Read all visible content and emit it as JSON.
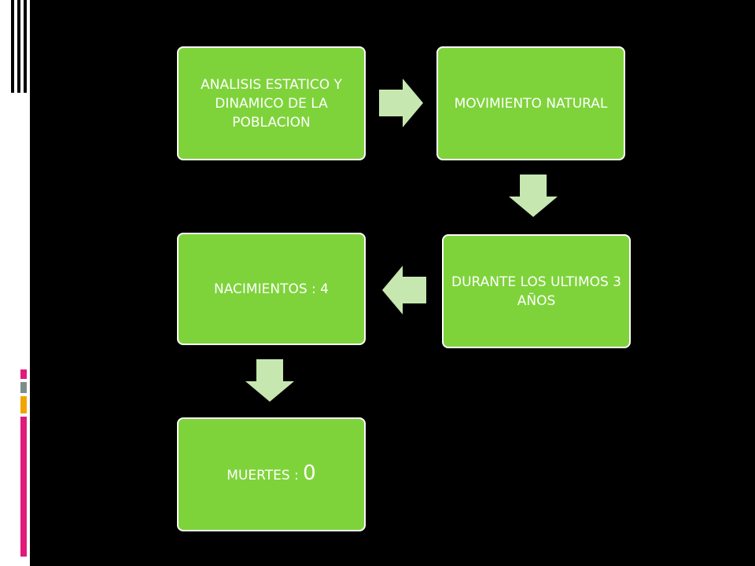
{
  "colors": {
    "background": "#000000",
    "box_fill": "#7ed33a",
    "box_border": "#ffffff",
    "arrow_fill": "#c6e8b0",
    "sidebar": "#ffffff",
    "accent_black": "#000000",
    "accent_magenta": "#e0197a",
    "accent_gray": "#7f8c8d",
    "accent_gold": "#f0a500"
  },
  "diagram": {
    "type": "process-flow",
    "nodes": [
      {
        "id": "analisis",
        "text": "ANALISIS ESTATICO Y DINAMICO DE LA POBLACION"
      },
      {
        "id": "movimiento",
        "text": "MOVIMIENTO NATURAL"
      },
      {
        "id": "durante",
        "text": "DURANTE LOS ULTIMOS 3 AÑOS"
      },
      {
        "id": "nacimientos",
        "label": "NACIMIENTOS : ",
        "value": "4"
      },
      {
        "id": "muertes",
        "label": "MUERTES : ",
        "value": "0"
      }
    ],
    "edges": [
      {
        "from": "analisis",
        "to": "movimiento",
        "direction": "right"
      },
      {
        "from": "movimiento",
        "to": "durante",
        "direction": "down"
      },
      {
        "from": "durante",
        "to": "nacimientos",
        "direction": "left"
      },
      {
        "from": "nacimientos",
        "to": "muertes",
        "direction": "down"
      }
    ]
  }
}
